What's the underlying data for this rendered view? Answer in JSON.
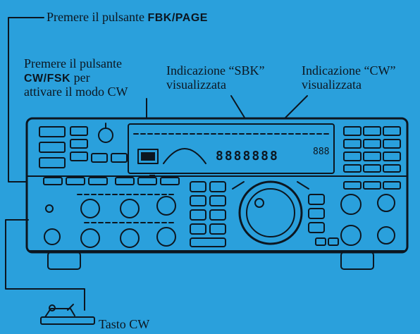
{
  "labels": {
    "fbk_text": "Premere il pulsante",
    "fbk_button": "FBK/PAGE",
    "cw_line1": "Premere il pulsante",
    "cw_button": "CW/FSK",
    "cw_per": "per",
    "cw_line3": "attivare il modo CW",
    "sbk_line1": "Indicazione “SBK”",
    "sbk_line2": "visualizzata",
    "cwind_line1": "Indicazione “CW”",
    "cwind_line2": "visualizzata",
    "key_label": "Tasto CW"
  },
  "display": {
    "frequency": "8888888",
    "sub": "888"
  },
  "colors": {
    "background": "#2aa0dc",
    "ink": "#0c1620"
  }
}
